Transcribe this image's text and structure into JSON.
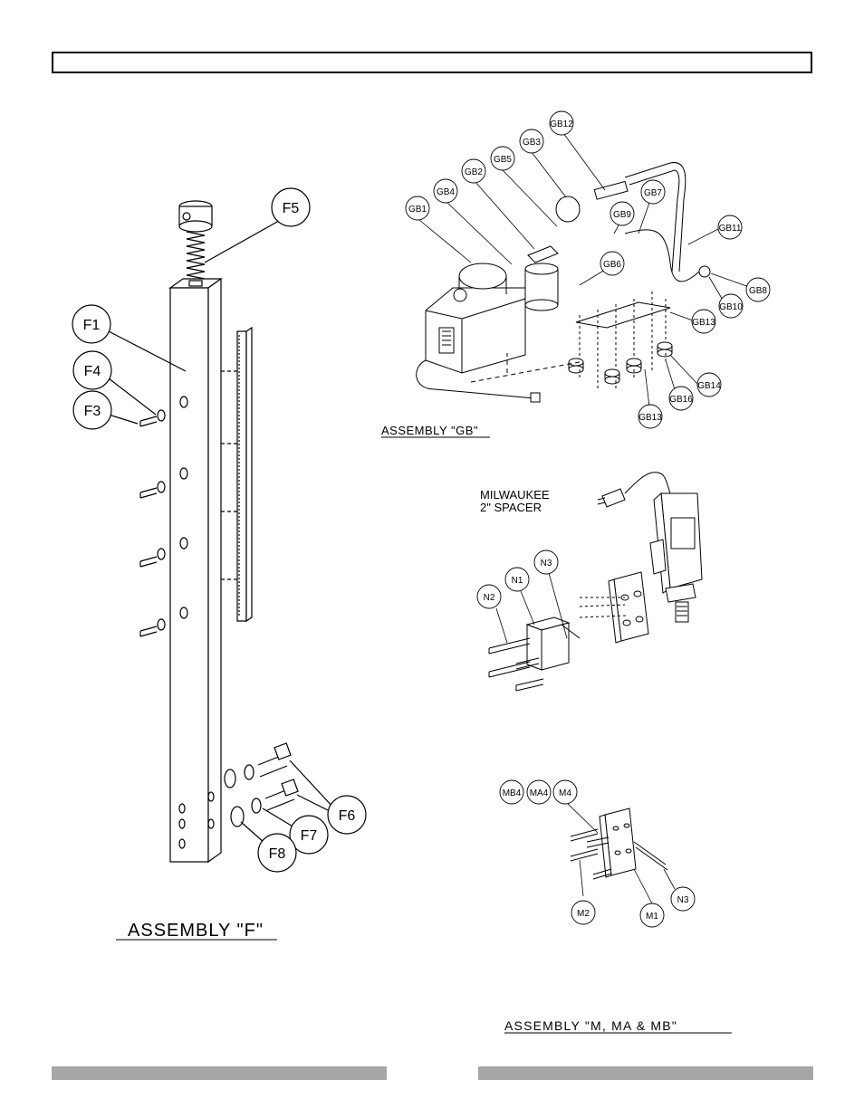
{
  "header": {
    "title": ""
  },
  "assembly_f": {
    "caption": "ASSEMBLY \"F\"",
    "callouts": {
      "f1": "F1",
      "f3": "F3",
      "f4": "F4",
      "f5": "F5",
      "f6": "F6",
      "f7": "F7",
      "f8": "F8"
    }
  },
  "assembly_gb": {
    "caption": "ASSEMBLY \"GB\"",
    "callouts": {
      "gb1": "GB1",
      "gb2": "GB2",
      "gb3": "GB3",
      "gb4": "GB4",
      "gb5": "GB5",
      "gb6": "GB6",
      "gb7": "GB7",
      "gb8": "GB8",
      "gb9": "GB9",
      "gb10": "GB10",
      "gb11": "GB11",
      "gb12": "GB12",
      "gb13a": "GB13",
      "gb13b": "GB13",
      "gb14": "GB14",
      "gb16": "GB16"
    }
  },
  "assembly_n": {
    "note_line1": "MILWAUKEE",
    "note_line2": "2\" SPACER",
    "callouts": {
      "n1": "N1",
      "n2": "N2",
      "n3": "N3"
    }
  },
  "assembly_m": {
    "caption": "ASSEMBLY \"M, MA & MB\"",
    "callouts": {
      "mb4": "MB4",
      "ma4": "MA4",
      "m4": "M4",
      "m2": "M2",
      "m1": "M1",
      "n3": "N3"
    }
  },
  "colors": {
    "footer_bar": "#a6a6a6",
    "line": "#000000"
  }
}
